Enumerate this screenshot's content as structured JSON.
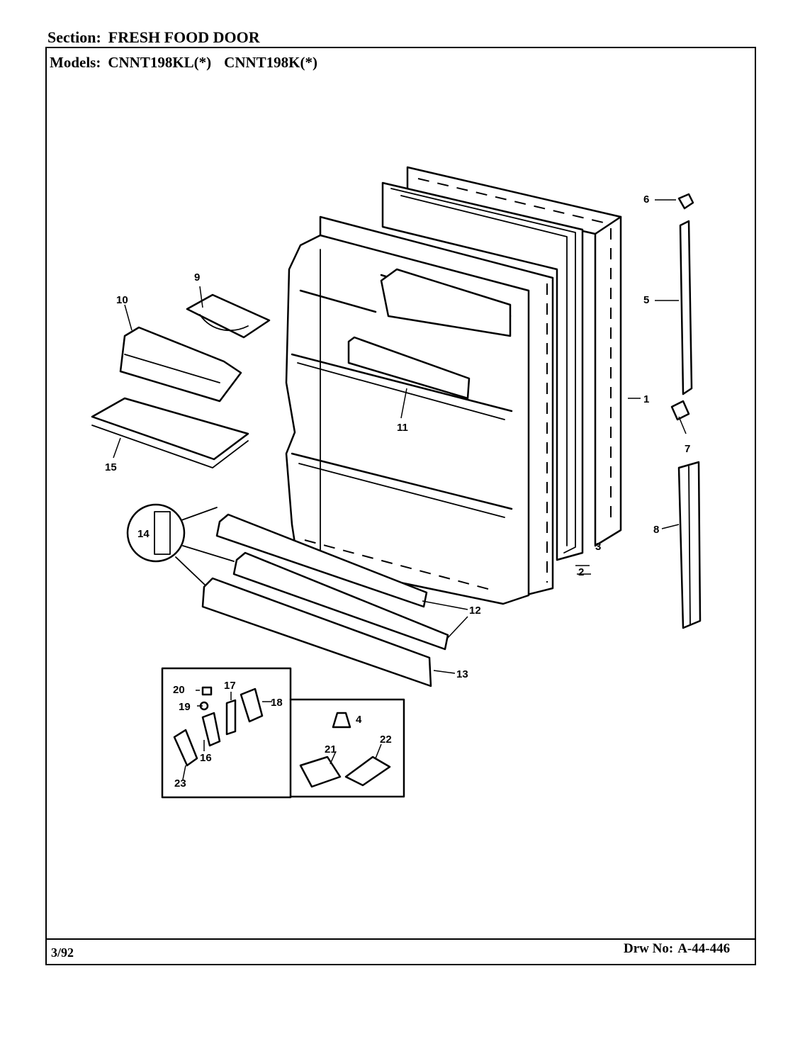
{
  "header": {
    "section_label": "Section:",
    "section_name": "FRESH FOOD DOOR",
    "models_label": "Models:",
    "models": [
      "CNNT198KL(*)",
      "CNNT198K(*)"
    ]
  },
  "footer": {
    "date_code": "3/92",
    "drawing_label": "Drw No:",
    "drawing_number": "A-44-446"
  },
  "part_labels": [
    "1",
    "2",
    "3",
    "4",
    "5",
    "6",
    "7",
    "8",
    "9",
    "10",
    "11",
    "12",
    "13",
    "14",
    "15",
    "16",
    "17",
    "18",
    "19",
    "20",
    "21",
    "22",
    "23"
  ]
}
